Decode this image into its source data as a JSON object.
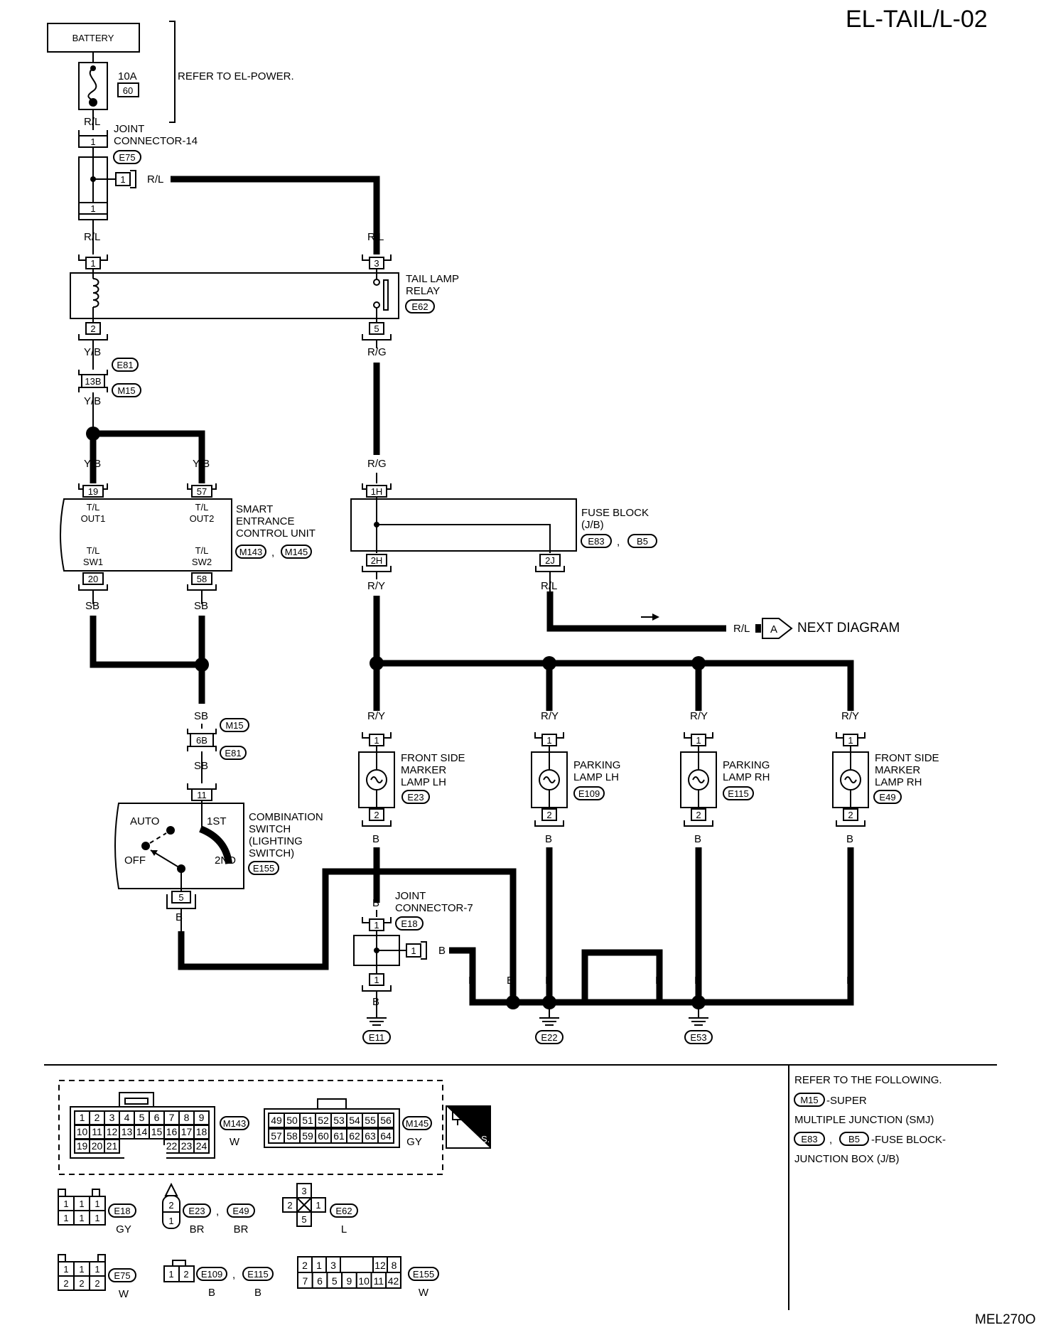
{
  "page_code": "EL-TAIL/L-02",
  "figure_code": "MEL270O",
  "battery": {
    "label": "BATTERY",
    "fuse_rating": "10A",
    "fuse_number": "60",
    "note": "REFER TO EL-POWER."
  },
  "joint14": {
    "title": "JOINT CONNECTOR-14",
    "connector": "E75"
  },
  "relay": {
    "title": "TAIL LAMP RELAY",
    "connector": "E62"
  },
  "harness_e81": "E81",
  "harness_m15": "M15",
  "pin_13b": "13B",
  "pin_6b": "6B",
  "smart_unit": {
    "title": "SMART ENTRANCE CONTROL UNIT",
    "connectors": [
      "M143",
      "M145"
    ],
    "out1_t": "T/L",
    "out1_b": "OUT1",
    "out2_t": "T/L",
    "out2_b": "OUT2",
    "sw1_t": "T/L",
    "sw1_b": "SW1",
    "sw2_t": "T/L",
    "sw2_b": "SW2"
  },
  "fuse_block": {
    "title": "FUSE BLOCK (J/B)",
    "connectors": [
      "E83",
      "B5"
    ]
  },
  "next_diagram": {
    "wire": "R/L",
    "ref": "A",
    "label": "NEXT DIAGRAM"
  },
  "combination_switch": {
    "title": "COMBINATION SWITCH (LIGHTING SWITCH)",
    "connector": "E155",
    "positions": [
      "AUTO",
      "1ST",
      "OFF",
      "2ND"
    ]
  },
  "lamps": [
    {
      "title": "FRONT SIDE MARKER LAMP LH",
      "connector": "E23"
    },
    {
      "title": "PARKING LAMP LH",
      "connector": "E109"
    },
    {
      "title": "PARKING LAMP RH",
      "connector": "E115"
    },
    {
      "title": "FRONT SIDE MARKER LAMP RH",
      "connector": "E49"
    }
  ],
  "joint7": {
    "title": "JOINT CONNECTOR-7",
    "connector": "E18"
  },
  "grounds": [
    "E11",
    "E22",
    "E53"
  ],
  "wires": {
    "rl": "R/L",
    "yb": "Y/B",
    "rg": "R/G",
    "ry": "R/Y",
    "sb": "SB",
    "b": "B"
  },
  "legend": {
    "m143_color": "W",
    "m145_color": "GY",
    "m143_row1": [
      "1",
      "2",
      "3",
      "4",
      "5",
      "6",
      "7",
      "8",
      "9"
    ],
    "m143_row2": [
      "10",
      "11",
      "12",
      "13",
      "14",
      "15",
      "16",
      "17",
      "18"
    ],
    "m143_row3": [
      "19",
      "20",
      "21",
      "22",
      "23",
      "24"
    ],
    "m145_row1": [
      "49",
      "50",
      "51",
      "52",
      "53",
      "54",
      "55",
      "56"
    ],
    "m145_row2": [
      "57",
      "58",
      "59",
      "60",
      "61",
      "62",
      "63",
      "64"
    ],
    "hs_label": "H.S.",
    "e18_color": "GY",
    "e23_color": "BR",
    "e49_color": "BR",
    "e62_color": "L",
    "e75_color": "W",
    "e109_color": "B",
    "e115_color": "B",
    "e155_color": "W",
    "e155_row1": [
      "2",
      "1",
      "3",
      "12",
      "8"
    ],
    "e155_row2": [
      "7",
      "6",
      "5",
      "9",
      "10",
      "11",
      "42"
    ]
  },
  "references": {
    "heading": "REFER TO THE FOLLOWING.",
    "m15_line1": "-SUPER",
    "m15_line2": "MULTIPLE JUNCTION (SMJ)",
    "fuse_line1": "-FUSE BLOCK-",
    "fuse_line2": "JUNCTION BOX (J/B)"
  }
}
